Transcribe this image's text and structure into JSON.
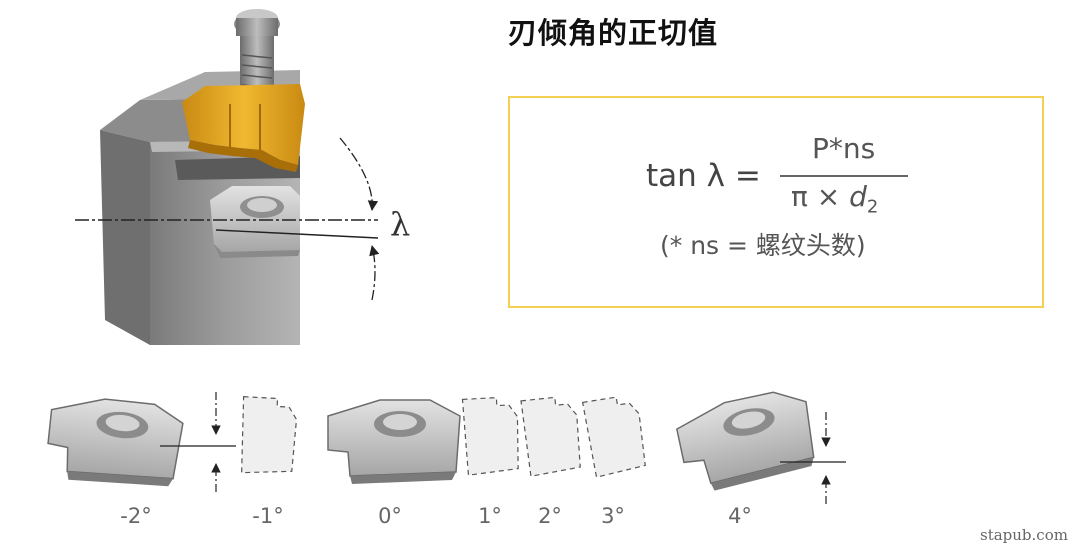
{
  "title": "刃倾角的正切值",
  "formula": {
    "lhs": "tan λ =",
    "numerator": "P*ns",
    "denominator_prefix": "π ×",
    "denominator_var": "d",
    "denominator_sub": "2",
    "note": "(* ns = 螺纹头数)"
  },
  "lambda_symbol": "λ",
  "angles": [
    {
      "label": "-2°",
      "value": -2,
      "drawn": "solid"
    },
    {
      "label": "-1°",
      "value": -1,
      "drawn": "dashed"
    },
    {
      "label": "0°",
      "value": 0,
      "drawn": "solid"
    },
    {
      "label": "1°",
      "value": 1,
      "drawn": "dashed"
    },
    {
      "label": "2°",
      "value": 2,
      "drawn": "dashed"
    },
    {
      "label": "3°",
      "value": 3,
      "drawn": "dashed"
    },
    {
      "label": "4°",
      "value": 4,
      "drawn": "solid"
    }
  ],
  "watermark": "stapub.com",
  "colors": {
    "holder": "#9a9a9a",
    "holder_dark": "#6f6f6f",
    "shim": "#e0a020",
    "insert": "#c8c8c8",
    "box_border": "#f3cf52"
  }
}
